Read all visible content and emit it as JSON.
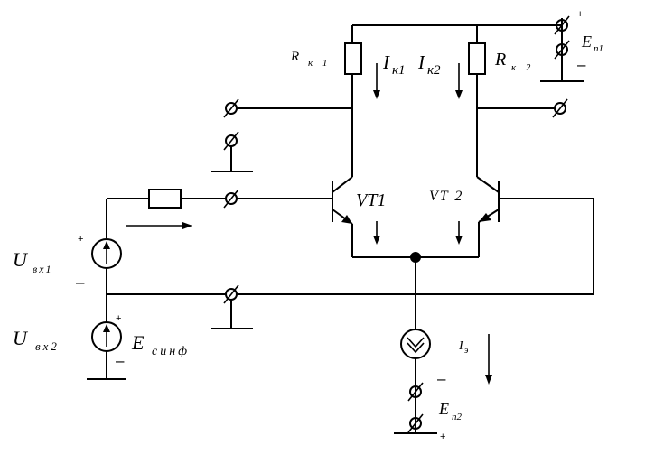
{
  "labels": {
    "rk1_main": "R",
    "rk1_sub": "к 1",
    "rk2_main": "R",
    "rk2_sub": "к 2",
    "ik1_main": "I",
    "ik1_sub": "к1",
    "ik2_main": "I",
    "ik2_sub": "к2",
    "en1_main": "E",
    "en1_sub": "п1",
    "vt1": "VT1",
    "vt2": "VT 2",
    "ubx1_main": "U",
    "ubx1_sub": "вх1",
    "ubx2_main": "U",
    "ubx2_sub": "вх2",
    "esinf_main": "E",
    "esinf_sub": "синф",
    "ie_main": "I",
    "ie_sub": "э",
    "en2_main": "E",
    "en2_sub": "п2"
  },
  "signs": {
    "en1_plus": "+",
    "en1_minus": "–",
    "ubx1_plus": "+",
    "ubx1_minus": "–",
    "esinf_plus": "+",
    "esinf_minus": "–",
    "en2_minus": "–",
    "en2_plus": "+"
  }
}
